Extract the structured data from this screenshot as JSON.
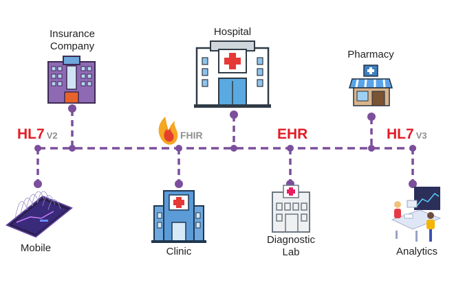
{
  "nodes": {
    "insurance": {
      "label_line1": "Insurance",
      "label_line2": "Company"
    },
    "hospital": {
      "label": "Hospital"
    },
    "pharmacy": {
      "label": "Pharmacy"
    },
    "mobile": {
      "label": "Mobile"
    },
    "clinic": {
      "label": "Clinic"
    },
    "lab": {
      "label_line1": "Diagnostic",
      "label_line2": "Lab"
    },
    "analytics": {
      "label": "Analytics"
    }
  },
  "standards": {
    "hl7_v2": {
      "name": "HL7",
      "version": "V2"
    },
    "fhir": {
      "name": "FHIR"
    },
    "ehr": {
      "name": "EHR"
    },
    "hl7_v3": {
      "name": "HL7",
      "version": "V3"
    }
  },
  "colors": {
    "connector": "#7b4f9c",
    "standard_accent": "#e21c24",
    "version_text": "#8f8f8f",
    "flame": "#f5a623"
  },
  "icons": [
    "insurance-building-icon",
    "hospital-icon",
    "pharmacy-icon",
    "mobile-tablet-icon",
    "clinic-icon",
    "diagnostic-lab-icon",
    "analytics-icon",
    "fire-icon"
  ]
}
